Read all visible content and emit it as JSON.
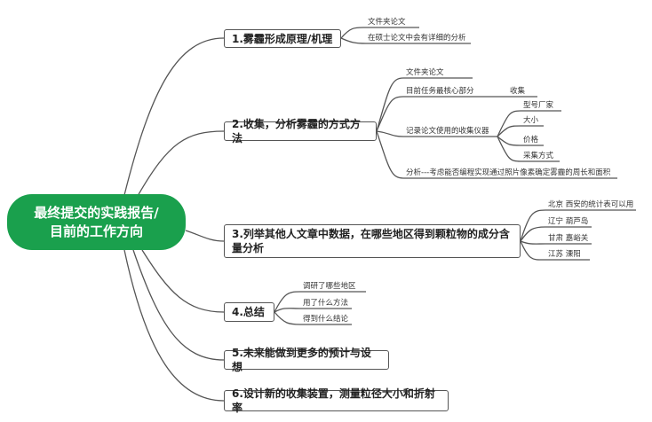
{
  "root": {
    "line1": "最终提交的实践报告/",
    "line2": "目前的工作方向"
  },
  "branches": [
    {
      "label": "1.雾霾形成原理/机理",
      "children": [
        "文件夹论文",
        "在硕士论文中会有详细的分析"
      ]
    },
    {
      "label": "2.收集，分析雾霾的方式方法",
      "children": [
        "文件夹论文",
        "目前任务最核心部分",
        "记录论文使用的收集仪器",
        "分析---考虑能否编程实现通过照片像素确定雾霾的周长和面积"
      ],
      "core_child": "收集",
      "instrument_children": [
        "型号厂家",
        "大小",
        "价格",
        "采集方式"
      ]
    },
    {
      "label": "3.列举其他人文章中数据，在哪些地区得到颗粒物的成分含量分析",
      "children": [
        "北京 西安的统计表可以用",
        "辽宁  葫芦岛",
        "甘肃  嘉峪关",
        "江苏  溧阳"
      ]
    },
    {
      "label": "4.总结",
      "children": [
        "调研了哪些地区",
        "用了什么方法",
        "得到什么结论"
      ]
    },
    {
      "label": "5.未来能做到更多的预计与设想",
      "children": []
    },
    {
      "label": "6.设计新的收集装置，测量粒径大小和折射率",
      "children": []
    }
  ],
  "colors": {
    "root": "#1aa04d",
    "line": "#555555"
  }
}
